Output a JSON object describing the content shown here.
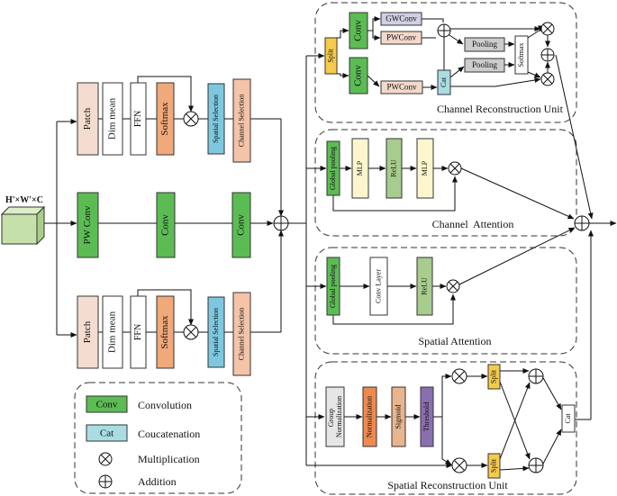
{
  "colors": {
    "patch": "#f4ddd0",
    "white_block": "#ffffff",
    "softmax": "#f0a97a",
    "spatial_selection": "#7ec8df",
    "channel_selection": "#f4c3a8",
    "conv_green": "#5cbc54",
    "split_yellow": "#f5cb4a",
    "gwconv": "#cfcfe6",
    "pwconv": "#f4d8cc",
    "cat_blue": "#a9dde3",
    "pooling_gray": "#cccccc",
    "mlp_yellow": "#fdf6cc",
    "relu_green": "#a6cc8e",
    "group_norm_gray": "#e6e6e6",
    "normalization_orange": "#ee8a4f",
    "sigmoid_tan": "#e9b58e",
    "threshold_purple": "#8a6fb0",
    "input_cube": "#c5e0a8"
  },
  "input_label": "H'×W'×C",
  "left_branch": {
    "patch": "Patch",
    "dim_mean": "Dim mean",
    "ffn": "FFN",
    "softmax": "Softmax",
    "spatial_selection": "Spatial Selection",
    "channel_selection": "Channel Selection"
  },
  "middle_branch": {
    "pw_conv": "PW Conv",
    "conv": "Conv"
  },
  "cru": {
    "title": "Channel Reconstruction Unit",
    "split": "Split",
    "conv": "Conv",
    "gwconv": "GWConv",
    "pwconv": "PWConv",
    "cat": "Cat",
    "pooling": "Pooling",
    "softmax": "Softmax"
  },
  "channel_attention": {
    "title": "Channel  Attention",
    "global_pooling": "Global pooling",
    "mlp": "MLP",
    "relu": "ReLU"
  },
  "spatial_attention": {
    "title": "Spatial Attention",
    "global_pooling": "Global pooling",
    "conv_layer": "Conv Layer",
    "relu": "ReLU"
  },
  "sru": {
    "title": "Spatial Reconstruction Unit",
    "group_norm": "Group Normalization",
    "normalization": "Normalization",
    "sigmoid": "Sigmoid",
    "threshold": "Threshold",
    "split": "Split",
    "cat": "Cat"
  },
  "legend": {
    "conv_key": "Conv",
    "conv_desc": "Convolution",
    "cat_key": "Cat",
    "cat_desc": "Coucatenation",
    "mult_desc": "Multiplication",
    "add_desc": "Addition"
  }
}
